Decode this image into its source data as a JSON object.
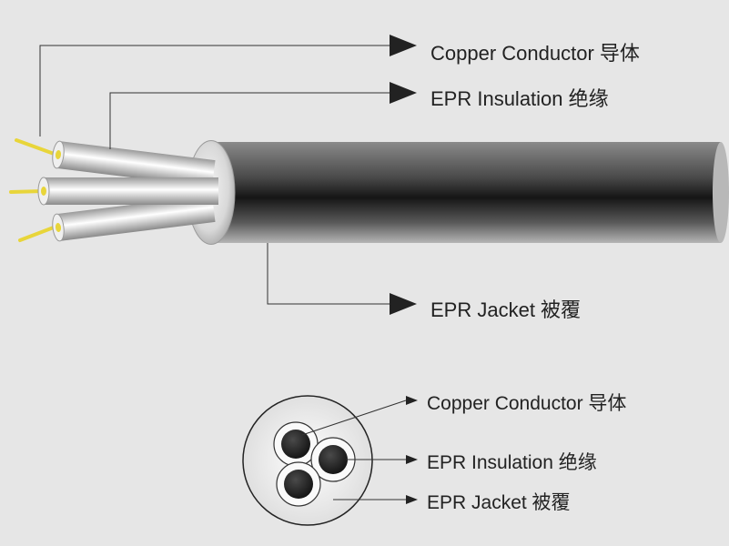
{
  "colors": {
    "background": "#e6e6e6",
    "conductor_wire": "#e8d53a",
    "insulation": "#e8e8e8",
    "jacket": "#2a2a2a",
    "leader_line": "#333333"
  },
  "icons": [
    "arrow-right-icon"
  ],
  "side_view": {
    "labels": {
      "conductor": "Copper Conductor 导体",
      "insulation": "EPR Insulation 绝缘",
      "jacket": "EPR Jacket 被覆"
    }
  },
  "cross_section": {
    "labels": {
      "conductor": "Copper Conductor 导体",
      "insulation": "EPR Insulation 绝缘",
      "jacket": "EPR Jacket 被覆"
    }
  }
}
